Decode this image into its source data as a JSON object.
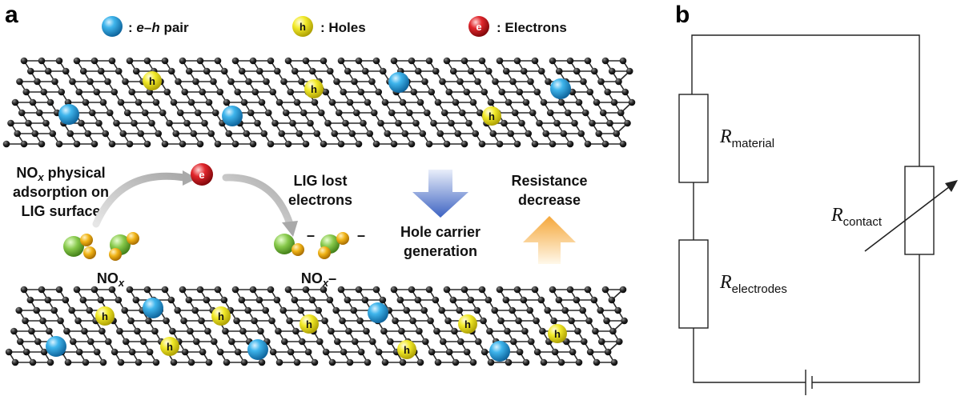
{
  "panels": {
    "a": "a",
    "b": "b"
  },
  "legend": {
    "pair_prefix": ": ",
    "pair_e": "e",
    "pair_dash": "–",
    "pair_h": "h",
    "pair_suffix": " pair",
    "holes": ": Holes",
    "electrons": ": Electrons"
  },
  "ball_letters": {
    "hole": "h",
    "electron": "e"
  },
  "process": {
    "adsorption_line1_prefix": "NO",
    "adsorption_line1_sub": "x",
    "adsorption_line1_suffix": " physical",
    "adsorption_line2": "adsorption on",
    "adsorption_line3": "LIG surface",
    "lost_line1": "LIG lost",
    "lost_line2": "electrons",
    "hole_line1": "Hole carrier",
    "hole_line2": "generation",
    "resistance_line1": "Resistance",
    "resistance_line2": "decrease",
    "nox_prefix": "NO",
    "nox_sub": "x",
    "noxm_prefix": "NO",
    "noxm_sub": "x",
    "noxm_suffix": "–",
    "minus": "–"
  },
  "circuit": {
    "r_symbol": "R",
    "material": "material",
    "electrodes": "electrodes",
    "contact": "contact"
  },
  "colors": {
    "pair_ball": "#1a8fd0",
    "hole_ball": "#e7e01a",
    "electron_ball": "#c8141b",
    "lattice": "#1b1b1b",
    "down_arrow": "#4a6fc8",
    "up_arrow": "#f5b04a",
    "n_atom": "#7cc142",
    "o_atom": "#e6a50f"
  },
  "icons": [
    "pair-ball-icon",
    "hole-ball-icon",
    "electron-ball-icon",
    "down-arrow-icon",
    "up-arrow-icon",
    "curved-arrow-icon",
    "molecule-icon",
    "variable-resistor-icon",
    "battery-icon"
  ]
}
